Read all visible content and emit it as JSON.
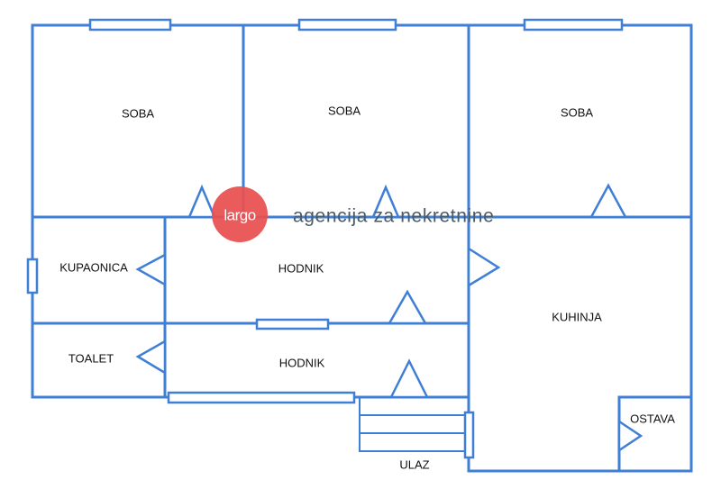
{
  "colors": {
    "wall": "#3f7fd6",
    "logo": "#e8504f",
    "tagline": "#4a5a66"
  },
  "logo": {
    "brand": "largo",
    "tagline": "agencija za nekretnine"
  },
  "rooms": {
    "soba_1": "SOBA",
    "soba_2": "SOBA",
    "soba_3": "SOBA",
    "kupaonica": "KUPAONICA",
    "hodnik_1": "HODNIK",
    "toalet": "TOALET",
    "hodnik_2": "HODNIK",
    "kuhinja": "KUHINJA",
    "ostava": "OSTAVA",
    "ulaz": "ULAZ"
  }
}
